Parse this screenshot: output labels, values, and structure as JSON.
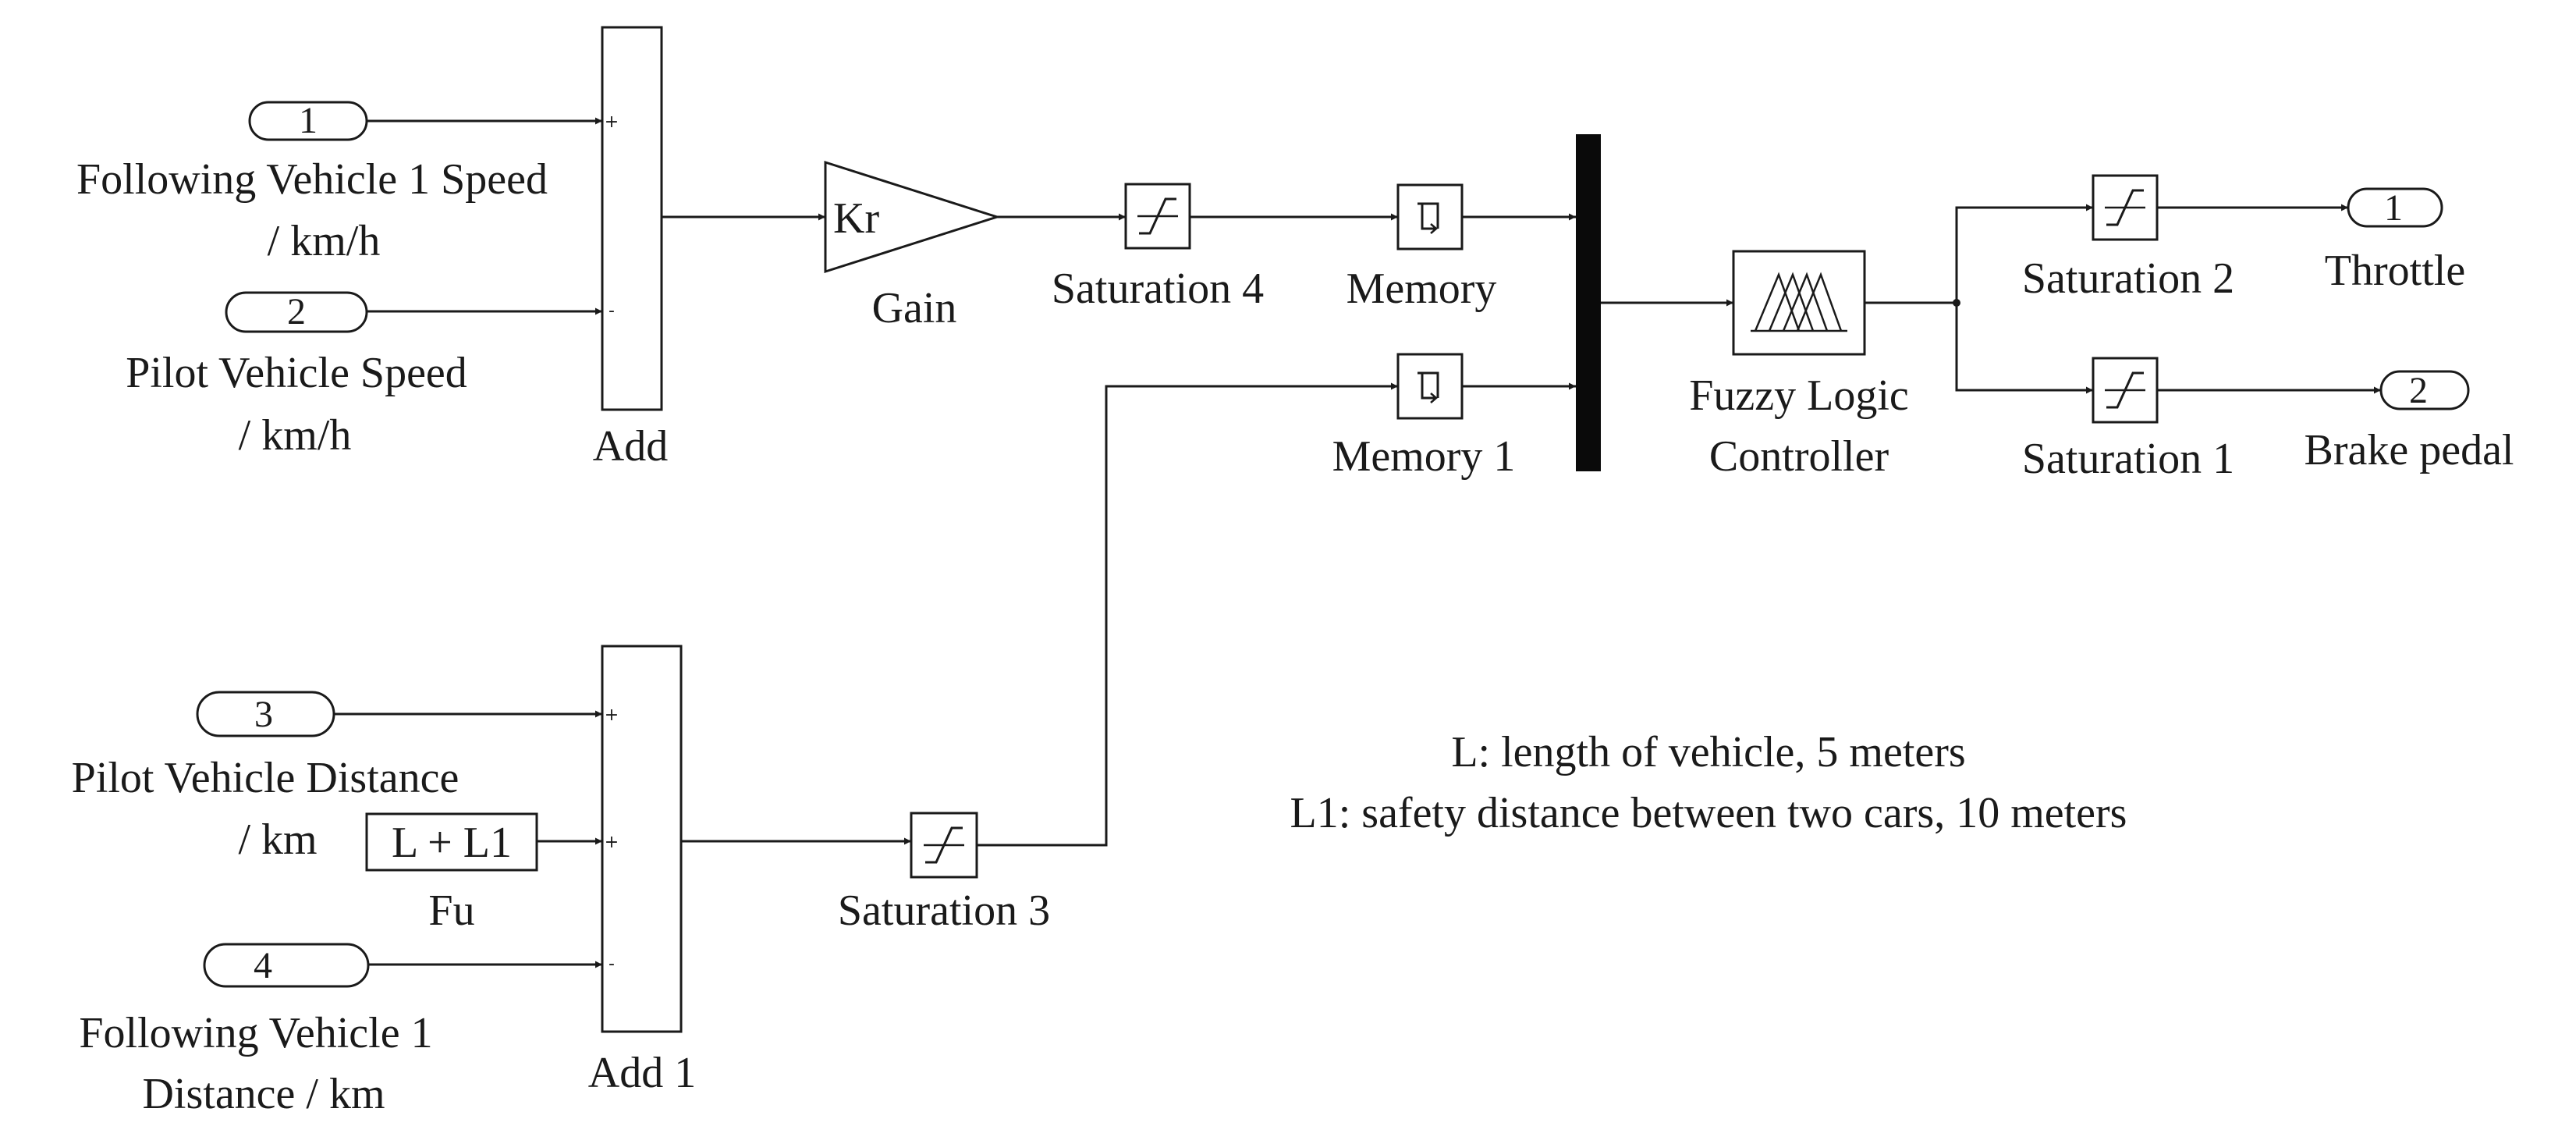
{
  "inports": [
    {
      "num": "1",
      "label": [
        "Following Vehicle 1 Speed",
        "/ km/h"
      ]
    },
    {
      "num": "2",
      "label": [
        "Pilot Vehicle Speed",
        "/ km/h"
      ]
    },
    {
      "num": "3",
      "label": [
        "Pilot Vehicle Distance",
        "/ km"
      ]
    },
    {
      "num": "4",
      "label": [
        "Following Vehicle 1",
        "Distance / km"
      ]
    }
  ],
  "outports": [
    {
      "num": "1",
      "label": "Throttle"
    },
    {
      "num": "2",
      "label": "Brake pedal"
    }
  ],
  "blocks": {
    "add": {
      "label": "Add",
      "signs": [
        "+",
        "-"
      ]
    },
    "add1": {
      "label": "Add 1",
      "signs": [
        "+",
        "+",
        "-"
      ]
    },
    "gain": {
      "symbol": "Kr",
      "label": "Gain"
    },
    "constant": {
      "value": "L + L1",
      "label": "Fu"
    },
    "saturation4": {
      "label": "Saturation 4"
    },
    "saturation3": {
      "label": "Saturation 3"
    },
    "saturation2": {
      "label": "Saturation 2"
    },
    "saturation1": {
      "label": "Saturation 1"
    },
    "memory": {
      "label": "Memory"
    },
    "memory1": {
      "label": "Memory 1"
    },
    "flc": {
      "label": [
        "Fuzzy Logic",
        "Controller"
      ]
    }
  },
  "notes": [
    "L: length of vehicle, 5 meters",
    "L1: safety distance between two cars, 10 meters"
  ]
}
